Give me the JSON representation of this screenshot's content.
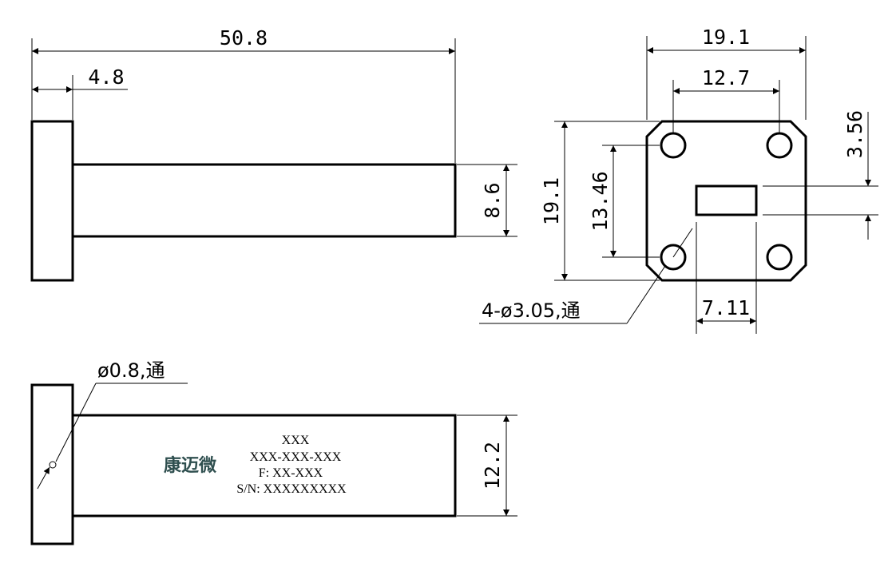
{
  "top_view": {
    "overall_length": "50.8",
    "flange_thickness": "4.8",
    "tube_height": "8.6"
  },
  "flange_view": {
    "flange_width": "19.1",
    "hole_spacing_x": "12.7",
    "flange_height": "19.1",
    "hole_spacing_y": "13.46",
    "aperture_height": "3.56",
    "aperture_width": "7.11",
    "hole_callout": "4-ø3.05,通"
  },
  "side_view": {
    "pin_callout": "ø0.8,通",
    "tube_width": "12.2",
    "logo": "康迈微",
    "marking_line_1": "XXX",
    "marking_line_2": "XXX-XXX-XXX",
    "marking_line_3": "F: XX-XXX",
    "marking_line_4": "S/N: XXXXXXXXX"
  }
}
